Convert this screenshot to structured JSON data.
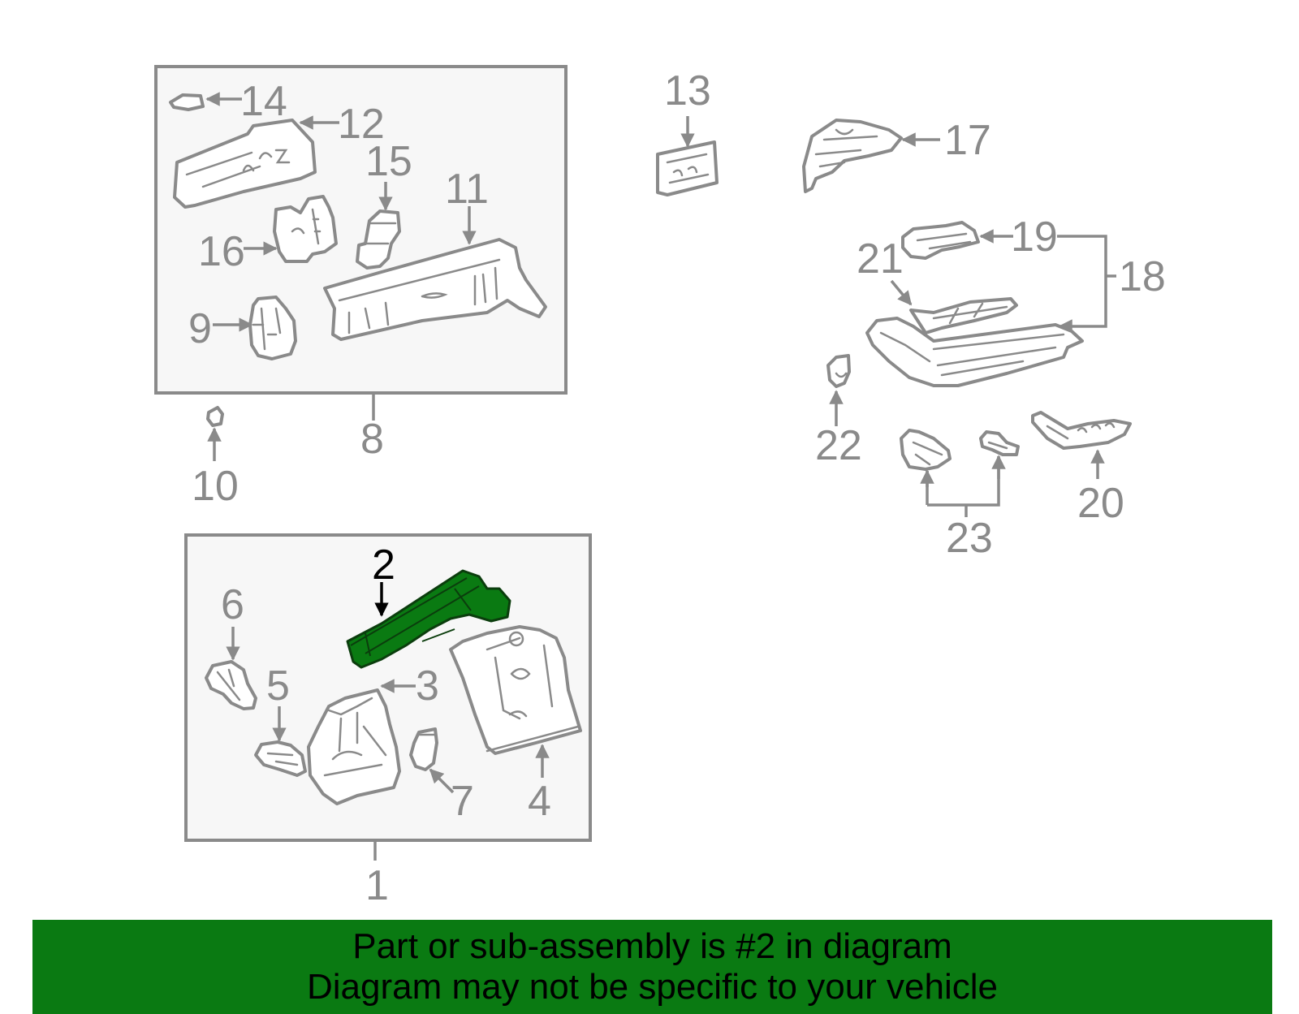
{
  "colors": {
    "line": "#8a8a8a",
    "highlight": "#0a7a12",
    "banner_bg": "#0a7a12",
    "box_fill": "#f7f7f7"
  },
  "highlighted_callout": "2",
  "callouts": {
    "c1": "1",
    "c2": "2",
    "c3": "3",
    "c4": "4",
    "c5": "5",
    "c6": "6",
    "c7": "7",
    "c8": "8",
    "c9": "9",
    "c10": "10",
    "c11": "11",
    "c12": "12",
    "c13": "13",
    "c14": "14",
    "c15": "15",
    "c16": "16",
    "c17": "17",
    "c18": "18",
    "c19": "19",
    "c20": "20",
    "c21": "21",
    "c22": "22",
    "c23": "23"
  },
  "banner": {
    "line1": "Part or sub-assembly is #2 in diagram",
    "line2": "Diagram may not be specific to your vehicle"
  }
}
